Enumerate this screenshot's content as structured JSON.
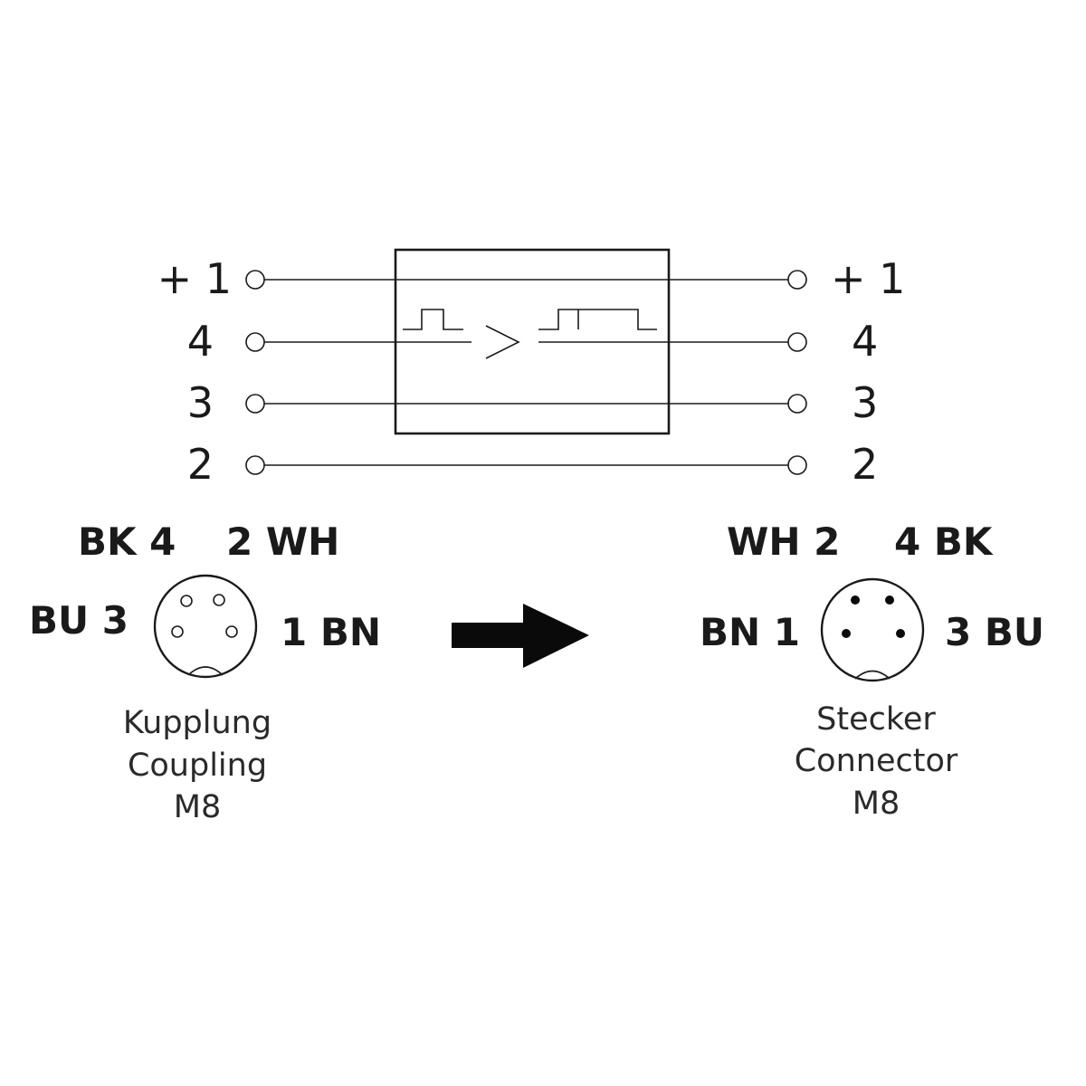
{
  "terminals": {
    "left": [
      "+ 1",
      "4",
      "3",
      "2"
    ],
    "right": [
      "+ 1",
      "4",
      "3",
      "2"
    ]
  },
  "coupling": {
    "top_left": "BK 4",
    "top_right": "2 WH",
    "left": "BU 3",
    "right": "1 BN",
    "caption": [
      "Kupplung",
      "Coupling",
      "M8"
    ]
  },
  "connector": {
    "top_left": "WH 2",
    "top_right": "4 BK",
    "left": "BN 1",
    "right": "3 BU",
    "caption": [
      "Stecker",
      "Connector",
      "M8"
    ]
  },
  "icons": {
    "direction": "right-arrow-icon",
    "pulse_converter": "pulse-stretch-icon"
  }
}
